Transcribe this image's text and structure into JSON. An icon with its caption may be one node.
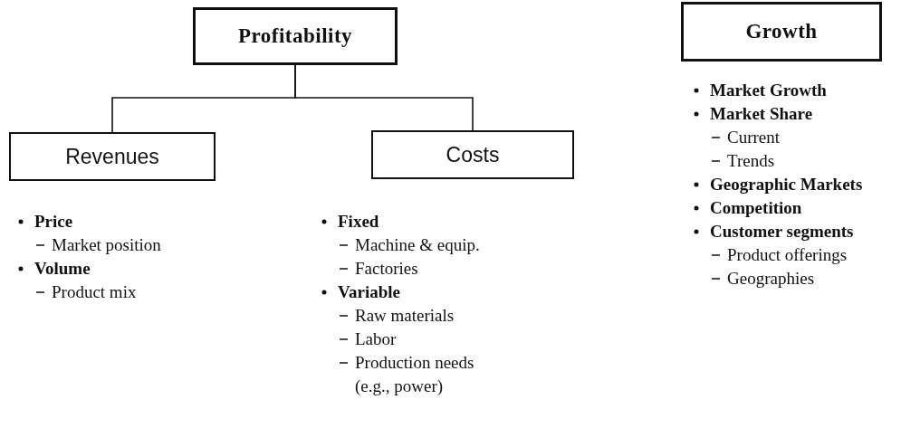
{
  "diagram": {
    "nodes": [
      {
        "text": [
          "Profitability"
        ]
      },
      {
        "text": [
          "Revenues"
        ],
        "beside": [
          "Price",
          "Market position",
          "Volume",
          "Product mix"
        ]
      },
      {
        "text": [
          "Costs"
        ],
        "beside": [
          "Fixed",
          "Machine & equip.",
          "Factories",
          "Variable",
          "Raw materials",
          "Labor",
          "Production needs (e.g., power)"
        ]
      },
      {
        "text": [
          "Growth"
        ],
        "beside": [
          "Market Growth",
          "Market Share",
          "Current",
          "Trends",
          "Geographic Markets",
          "Competition",
          "Customer segments",
          "Product offerings",
          "Geographies"
        ]
      }
    ],
    "edges": [
      {
        "from": 0,
        "to": 1,
        "arrow": "none"
      },
      {
        "from": 0,
        "to": 2,
        "arrow": "none"
      }
    ]
  }
}
